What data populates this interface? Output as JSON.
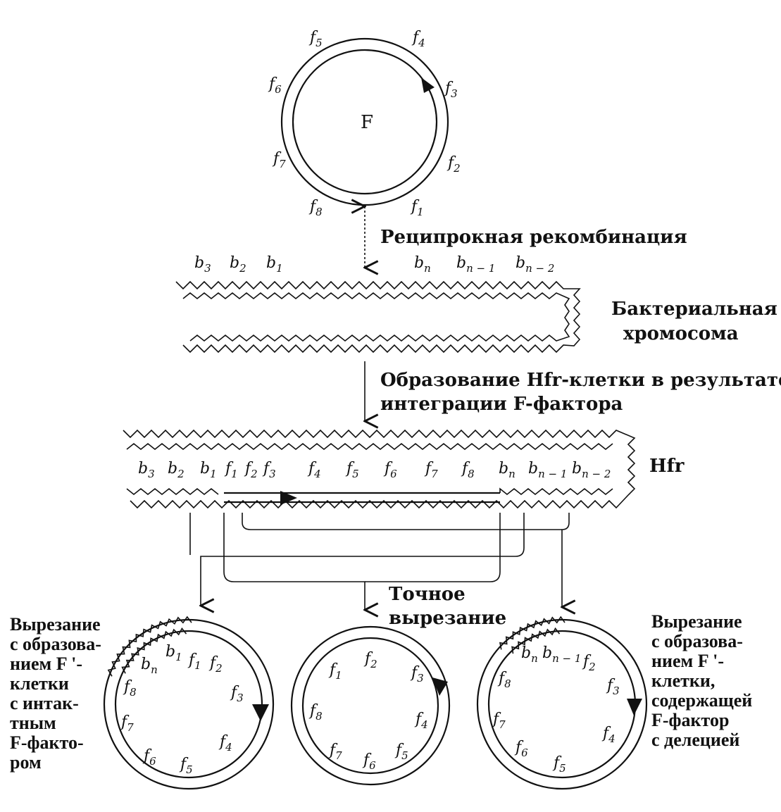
{
  "f_plasmid": {
    "center_label": "F",
    "genes": [
      "f5",
      "f4",
      "f6",
      "f3",
      "f7",
      "f2",
      "f8",
      "f1"
    ]
  },
  "steps": {
    "recombination": "Реципрокная рекомбинация",
    "integration_line1": "Образование Hfr-клетки в результате",
    "integration_line2": "интеграции F-фактора",
    "precise_excision_line1": "Точное",
    "precise_excision_line2": "вырезание"
  },
  "chromosome": {
    "label_line1": "Бактериальная",
    "label_line2": "хромосома",
    "genes_left": [
      "b3",
      "b2",
      "b1"
    ],
    "genes_right": [
      "bn",
      "bn-1",
      "bn-2"
    ]
  },
  "hfr": {
    "label": "Hfr",
    "genes": [
      "b3",
      "b2",
      "b1",
      "f1",
      "f2",
      "f3",
      "f4",
      "f5",
      "f6",
      "f7",
      "f8",
      "bn",
      "bn-1",
      "bn-2"
    ]
  },
  "left_product": {
    "caption": [
      "Вырезание",
      "с образова-",
      "нием F '-",
      "клетки",
      "с интак-",
      "тным",
      "F-факто-",
      "ром"
    ],
    "genes": [
      "bn",
      "b1",
      "f1",
      "f2",
      "f8",
      "f3",
      "f7",
      "f4",
      "f6",
      "f5"
    ]
  },
  "middle_product": {
    "genes": [
      "f1",
      "f2",
      "f3",
      "f8",
      "f4",
      "f7",
      "f6",
      "f5"
    ]
  },
  "right_product": {
    "caption": [
      "Вырезание",
      "с образова-",
      "нием F '-",
      "клетки,",
      "содержащей",
      "F-фактор",
      "с делецией"
    ],
    "genes": [
      "bn",
      "bn-1",
      "f2",
      "f8",
      "f3",
      "f7",
      "f4",
      "f6",
      "f5"
    ]
  }
}
